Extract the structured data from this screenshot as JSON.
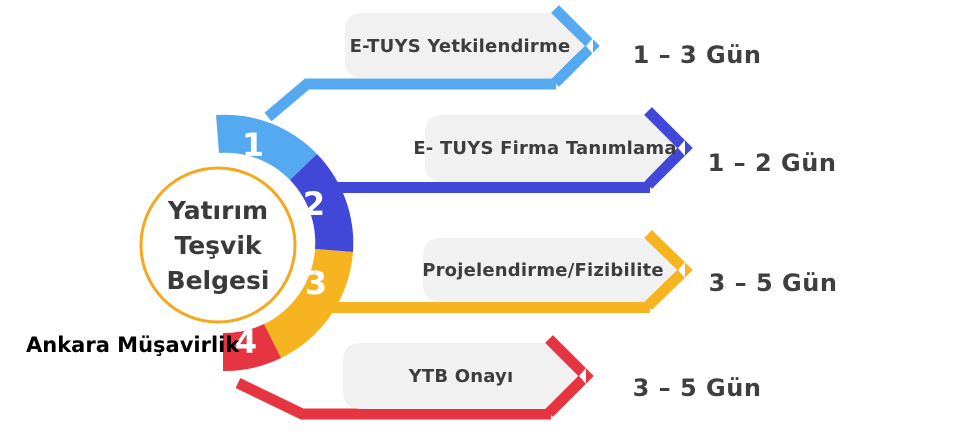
{
  "center": {
    "title_line1": "Yatırım",
    "title_line2": "Teşvik",
    "title_line3": "Belgesi"
  },
  "watermark": {
    "text": "Ankara Müşavirlik"
  },
  "steps": [
    {
      "number": "1",
      "label": "E-TUYS Yetkilendirme",
      "duration": "1 – 3 Gün",
      "color": "#54a9f0"
    },
    {
      "number": "2",
      "label": "E- TUYS Firma Tanımlama",
      "duration": "1 – 2 Gün",
      "color": "#4148d7"
    },
    {
      "number": "3",
      "label": "Projelendirme/Fizibilite",
      "duration": "3 – 5 Gün",
      "color": "#f6b421"
    },
    {
      "number": "4",
      "label": "YTB Onayı",
      "duration": "3 – 5 Gün",
      "color": "#e63540"
    }
  ],
  "colors": {
    "banner_fill": "#f1f1f2",
    "circle_fill": "#ffffff",
    "circle_border": "#f3a81d",
    "number_text": "#ffffff",
    "label_text": "#3d3d3d",
    "background": "#ffffff"
  }
}
